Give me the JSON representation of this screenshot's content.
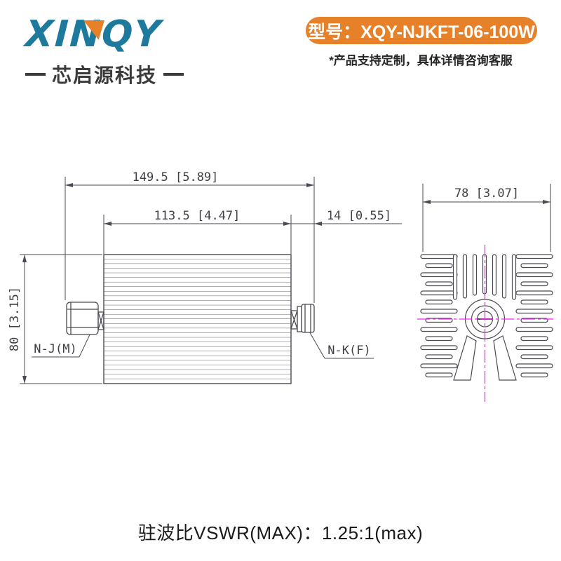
{
  "brand": {
    "name": "XINQY",
    "tagline": "芯启源科技"
  },
  "product": {
    "model_label": "型号：XQY-NJKFT-06-100W",
    "custom_note": "*产品支持定制，具体详情咨询客服"
  },
  "drawing": {
    "dim_overall_length": "149.5 [5.89]",
    "dim_body_length": "113.5 [4.47]",
    "dim_connector_length": "14 [0.55]",
    "dim_body_height": "80 [3.15]",
    "dim_side_width": "78 [3.07]",
    "connector_left_label": "N-J(M)",
    "connector_right_label": "N-K(F)"
  },
  "footer": {
    "vswr_spec": "驻波比VSWR(MAX)：1.25:1(max)"
  },
  "colors": {
    "brand_teal": "#1E7A9C",
    "accent_orange": "#E6812A",
    "line_dark": "#4A4A52",
    "centerline_magenta": "#FF22FF"
  }
}
